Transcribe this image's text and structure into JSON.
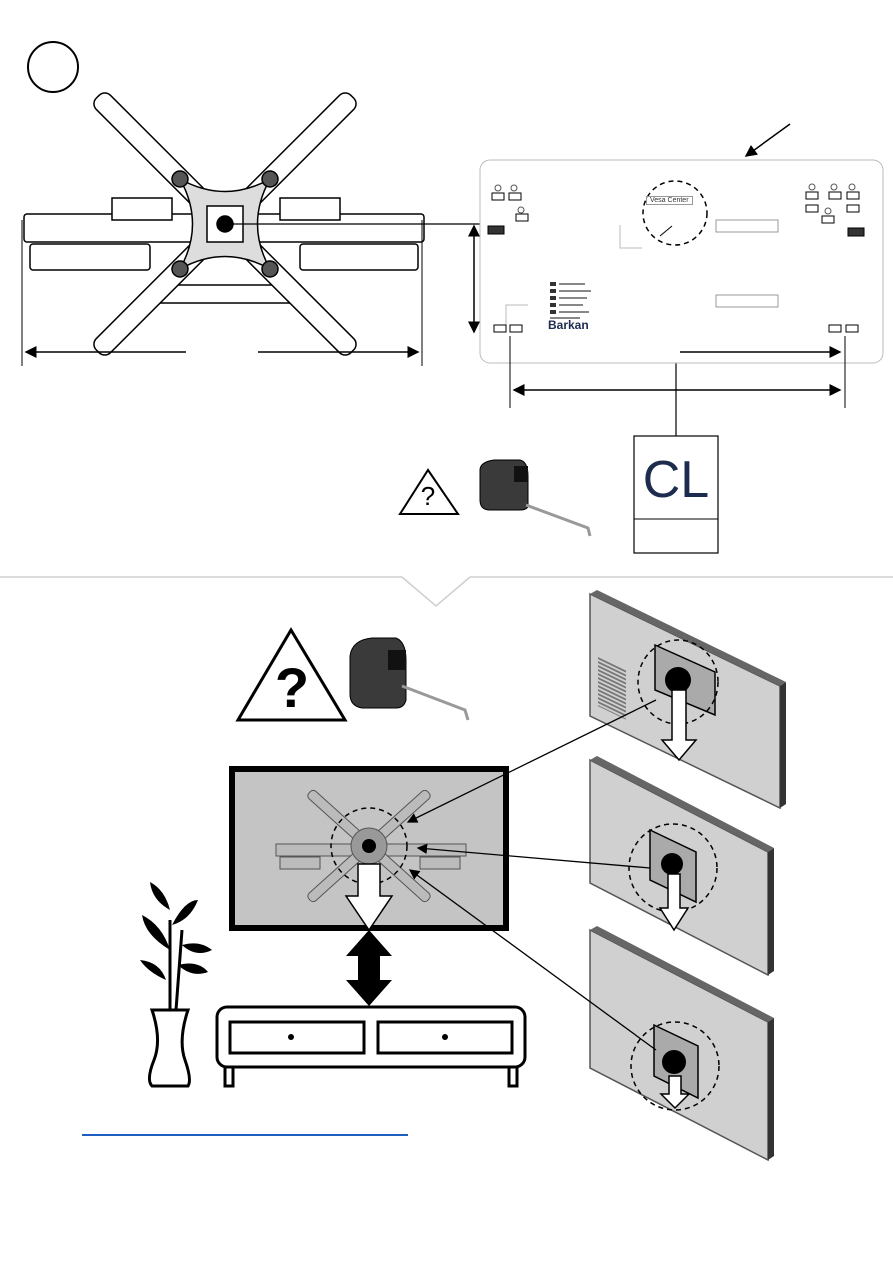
{
  "template": {
    "vesa_center_label": "Vesa Center",
    "brand_logo": "Barkan",
    "template_legend": [
      "Primary Drill Points",
      "Marquage des trous",
      "Markierung",
      "Punti di foratura",
      "Markeringen",
      "Puntos de perforación"
    ],
    "template_legend_footer": "www.barkan.co.il",
    "cl_mark": "CL"
  },
  "icons": [
    "warning-question-icon",
    "tape-measure-icon",
    "step-circle-icon"
  ],
  "link": {
    "text": ""
  },
  "colors": {
    "line": "#000000",
    "tv_panel": "#d7d7d7",
    "link": "#1f5fbf",
    "divider": "#c8c8c8"
  }
}
